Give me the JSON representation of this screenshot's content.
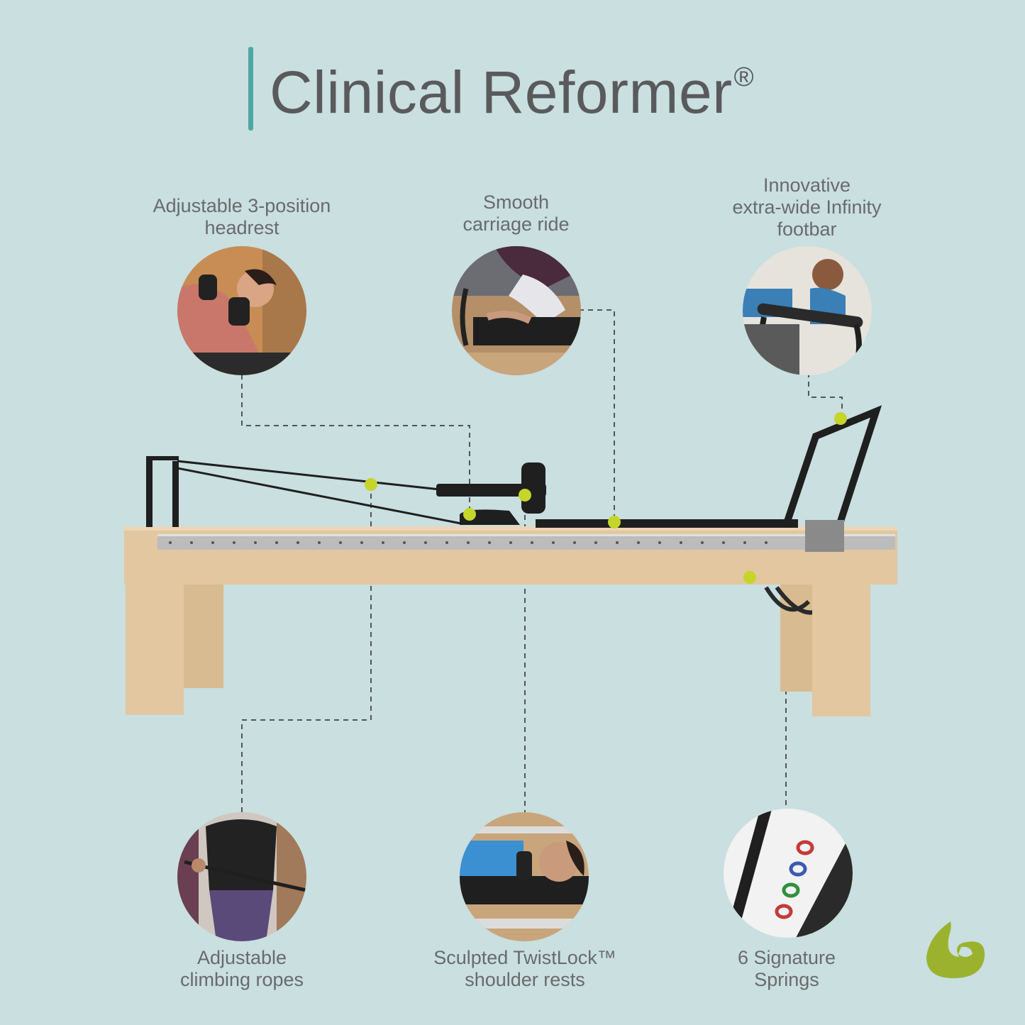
{
  "title": {
    "text": "Clinical Reformer",
    "mark": "®",
    "accent_color": "#4fa8a3"
  },
  "features": [
    {
      "id": "headrest",
      "lines": [
        "Adjustable 3-position",
        "headrest"
      ]
    },
    {
      "id": "carriage",
      "lines": [
        "Smooth",
        "carriage ride"
      ]
    },
    {
      "id": "footbar",
      "lines": [
        "Innovative",
        "extra-wide Infinity",
        "footbar"
      ]
    },
    {
      "id": "ropes",
      "lines": [
        "Adjustable",
        "climbing ropes"
      ]
    },
    {
      "id": "shoulder",
      "lines": [
        "Sculpted TwistLock™",
        "shoulder rests"
      ]
    },
    {
      "id": "springs",
      "lines": [
        "6 Signature",
        "Springs"
      ]
    }
  ],
  "colors": {
    "background": "#c9dfe0",
    "wood": "#e2c7a0",
    "marker": "#c5d52a",
    "connector": "#555555",
    "logo": "#9bb22e"
  },
  "icons": {
    "logo": "leaf-drop-logo-icon"
  }
}
